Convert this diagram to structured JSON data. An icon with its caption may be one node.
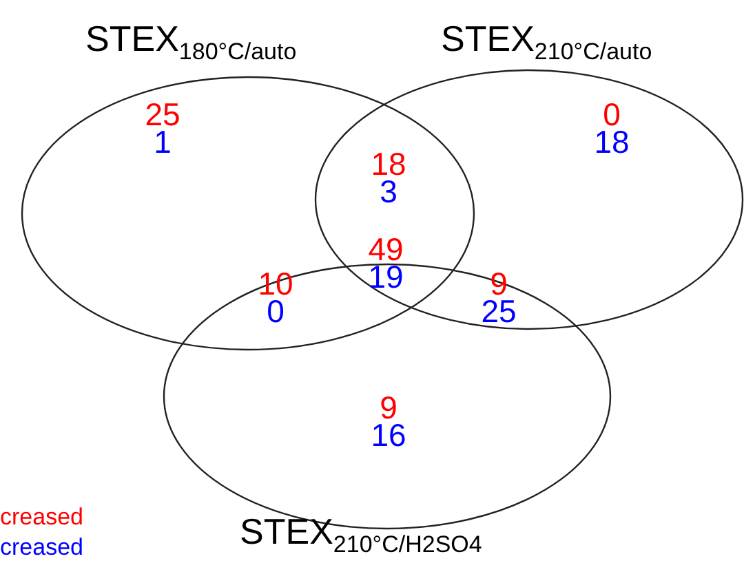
{
  "diagram": {
    "nodes": [
      {
        "text": [
          "STEX$_{180°C/auto}$"
        ]
      },
      {
        "text": [
          "STEX$_{210°C/auto}$"
        ]
      },
      {
        "text": [
          "STEX$_{210°C/H2SO4}$"
        ]
      }
    ],
    "edges": [],
    "labels": [
      "25",
      "1",
      "18",
      "3",
      "0",
      "18",
      "10",
      "0",
      "49",
      "19",
      "9",
      "25",
      "9",
      "16"
    ],
    "legend": [
      {
        "text": "creased",
        "color": "#ff0000"
      },
      {
        "text": "creased",
        "color": "#0000ff"
      }
    ]
  }
}
